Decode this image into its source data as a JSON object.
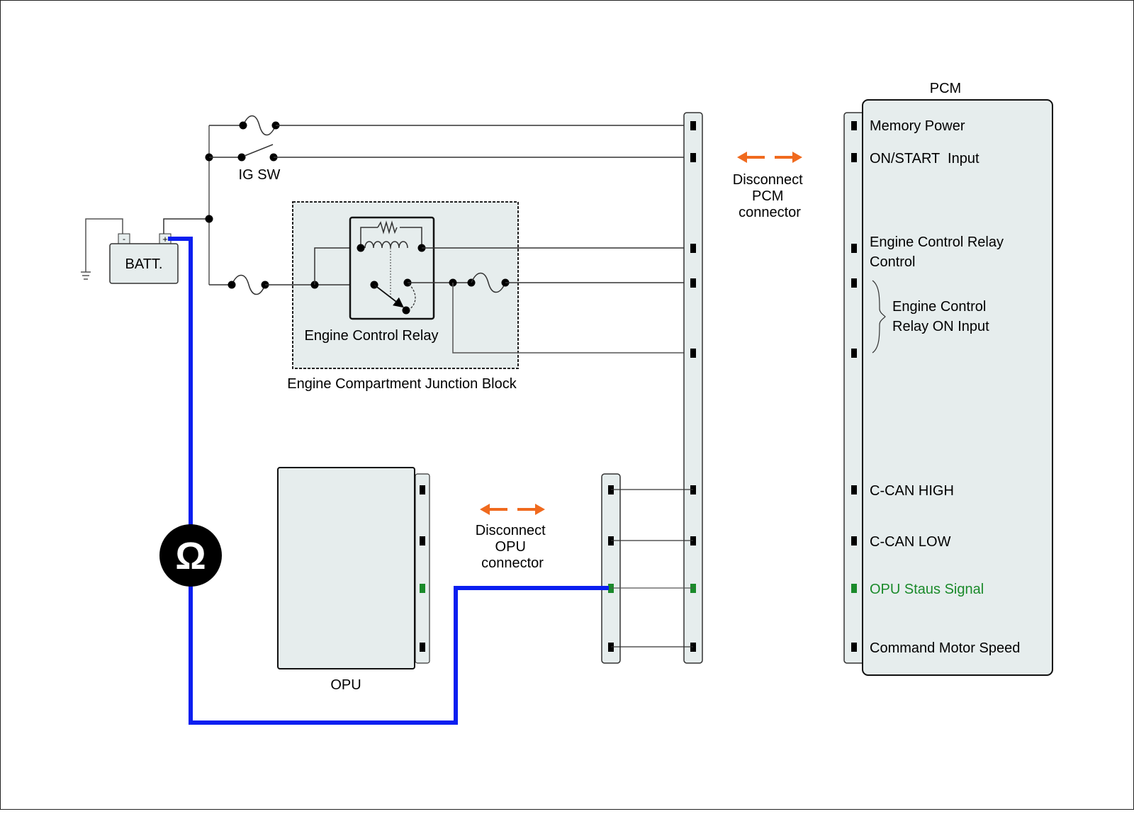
{
  "title": "OPU Status Signal Circuit Inspection",
  "battery": {
    "label": "BATT.",
    "neg": "-",
    "pos": "+"
  },
  "ig_switch": {
    "label": "IG SW"
  },
  "relay": {
    "label": "Engine Control Relay"
  },
  "junction_block": {
    "label": "Engine Compartment Junction Block"
  },
  "pcm": {
    "title": "PCM",
    "pins": [
      {
        "label": "Memory Power",
        "color": "#000000"
      },
      {
        "label": "ON/START  Input",
        "color": "#000000"
      },
      {
        "label": "Engine Control Relay",
        "label2": "Control",
        "color": "#000000"
      },
      {
        "label": "Engine Control",
        "label2": "Relay ON Input",
        "color": "#000000"
      },
      {
        "label": "C-CAN HIGH",
        "color": "#000000"
      },
      {
        "label": "C-CAN LOW",
        "color": "#000000"
      },
      {
        "label": "OPU Staus Signal",
        "color": "#1a8a2a"
      },
      {
        "label": "Command Motor Speed",
        "color": "#000000"
      }
    ]
  },
  "opu": {
    "label": "OPU"
  },
  "disconnect_pcm": {
    "line1": "Disconnect",
    "line2": "PCM",
    "line3": "connector"
  },
  "disconnect_opu": {
    "line1": "Disconnect",
    "line2": "OPU",
    "line3": "connector"
  },
  "ohmmeter": {
    "symbol": "Ω"
  },
  "colors": {
    "meter_wire": "#0a1ef0",
    "arrow": "#f06a1e",
    "signal_pin": "#1a8a2a",
    "body_fill": "#e6eded"
  }
}
